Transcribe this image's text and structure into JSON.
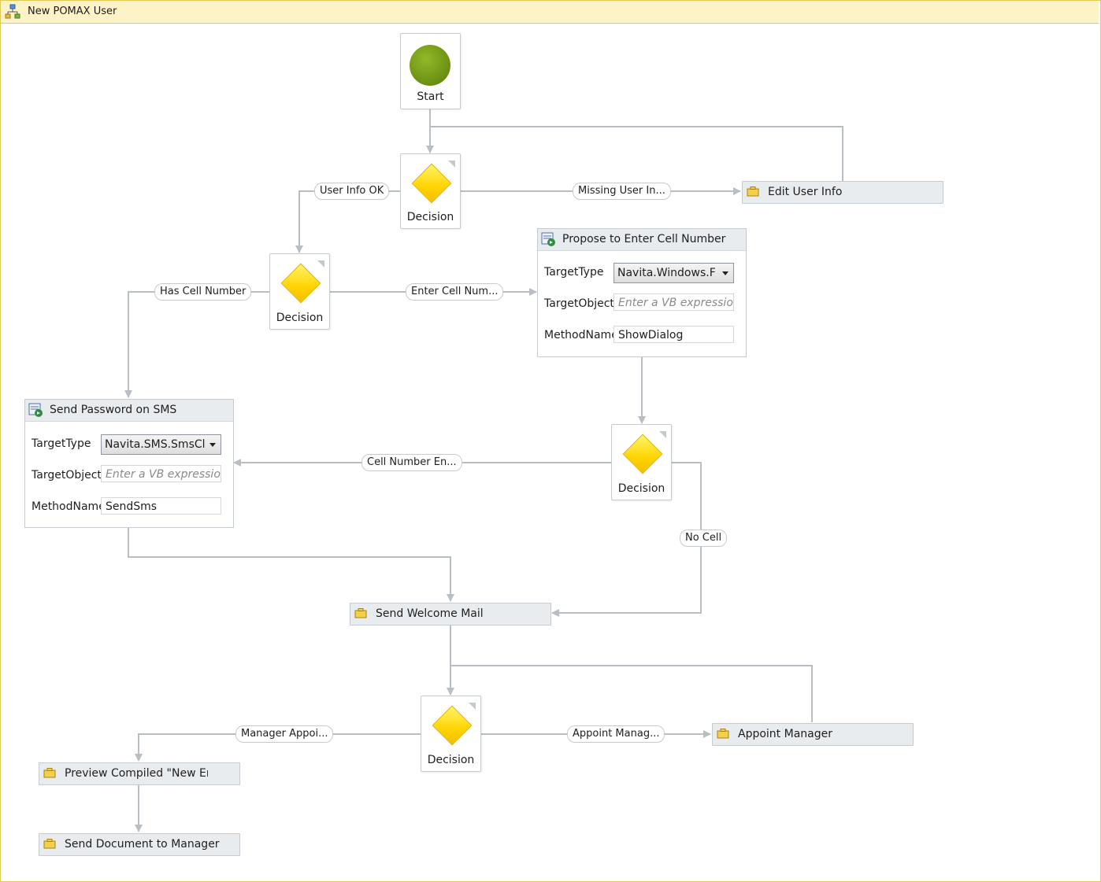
{
  "window": {
    "title": "New POMAX User"
  },
  "colors": {
    "connector": "#b9bec4",
    "border": "#c6cbd1",
    "title_bar": "#fdf3c6",
    "decision": "#ffd400",
    "start": "#6b8f12"
  },
  "nodes": {
    "start": {
      "label": "Start"
    },
    "decision_1": {
      "label": "Decision"
    },
    "decision_2": {
      "label": "Decision"
    },
    "decision_3": {
      "label": "Decision"
    },
    "decision_4": {
      "label": "Decision"
    },
    "edit_user_info": {
      "label": "Edit User Info",
      "icon": "activity-icon"
    },
    "send_welcome_mail": {
      "label": "Send Welcome Mail",
      "icon": "activity-icon"
    },
    "appoint_manager": {
      "label": "Appoint Manager",
      "icon": "activity-icon"
    },
    "preview_compiled": {
      "label": "Preview Compiled \"New Emplo",
      "icon": "activity-icon"
    },
    "send_document": {
      "label": "Send Document to Manager",
      "icon": "activity-icon"
    }
  },
  "invoke_propose": {
    "title": "Propose to Enter Cell Number",
    "icon": "invoke-method-icon",
    "target_type_label": "TargetType",
    "target_type_value": "Navita.Windows.F",
    "target_object_label": "TargetObject",
    "target_object_placeholder": "Enter a VB expression",
    "method_name_label": "MethodName",
    "method_name_value": "ShowDialog"
  },
  "invoke_sms": {
    "title": "Send Password on SMS",
    "icon": "invoke-method-icon",
    "target_type_label": "TargetType",
    "target_type_value": "Navita.SMS.SmsCl",
    "target_object_label": "TargetObject",
    "target_object_placeholder": "Enter a VB expression",
    "method_name_label": "MethodName",
    "method_name_value": "SendSms"
  },
  "edges": {
    "user_info_ok": "User Info OK",
    "missing_user_info": "Missing User In...",
    "has_cell_number": "Has Cell Number",
    "enter_cell_number": "Enter Cell Num...",
    "cell_number_entered": "Cell Number En...",
    "no_cell": "No Cell",
    "manager_appointed": "Manager Appoi...",
    "appoint_manager": "Appoint Manag..."
  }
}
